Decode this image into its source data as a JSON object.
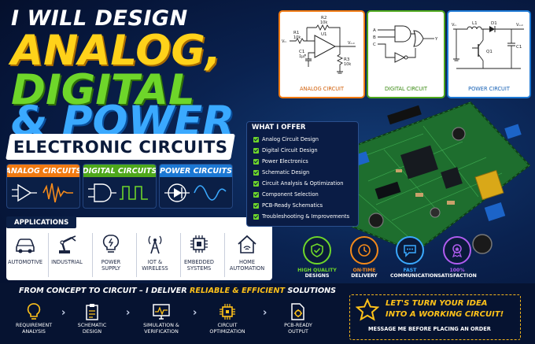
{
  "headline": {
    "line1": "I WILL DESIGN",
    "analog": "ANALOG,",
    "digital": "DIGITAL",
    "power": "& POWER",
    "banner": "ELECTRONIC CIRCUITS"
  },
  "categories": [
    {
      "label": "ANALOG CIRCUITS",
      "color": "#f07a12"
    },
    {
      "label": "DIGITAL CIRCUITS",
      "color": "#4ea81c"
    },
    {
      "label": "POWER CIRCUITS",
      "color": "#1c78d4"
    }
  ],
  "applications": {
    "title": "APPLICATIONS",
    "items": [
      {
        "label": "AUTOMOTIVE",
        "icon": "car-icon"
      },
      {
        "label": "INDUSTRIAL",
        "icon": "robot-arm-icon"
      },
      {
        "label": "POWER\nSUPPLY",
        "icon": "bulb-icon"
      },
      {
        "label": "IOT &\nWIRELESS",
        "icon": "antenna-icon"
      },
      {
        "label": "EMBEDDED\nSYSTEMS",
        "icon": "chip-icon"
      },
      {
        "label": "HOME\nAUTOMATION",
        "icon": "home-icon"
      }
    ]
  },
  "schematics": [
    {
      "caption": "ANALOG CIRCUIT",
      "border": "#f07a12",
      "caption_color": "#d2600a",
      "labels": {
        "r2": "R2",
        "r2v": "10k",
        "r1": "R1",
        "r1v": "10k",
        "u1": "U1",
        "c1": "C1",
        "c1v": "1µF",
        "r3": "R3",
        "r3v": "10k",
        "vin": "Vᵢₙ",
        "vout": "Vₒᵤₜ"
      }
    },
    {
      "caption": "DIGITAL CIRCUIT",
      "border": "#4ea81c",
      "caption_color": "#3a8a12",
      "labels": {
        "a": "A",
        "b": "B",
        "c": "C",
        "y": "Y"
      }
    },
    {
      "caption": "POWER CIRCUIT",
      "border": "#1c78d4",
      "caption_color": "#1560b4",
      "labels": {
        "vin": "Vᵢₙ",
        "l1": "L1",
        "d1": "D1",
        "vout": "Vₒᵤₜ",
        "q1": "Q1",
        "c1": "C1"
      }
    }
  ],
  "offer": {
    "title": "WHAT I OFFER",
    "items": [
      "Analog Circuit Design",
      "Digital Circuit Design",
      "Power Electronics",
      "Schematic Design",
      "Circuit Analysis & Optimization",
      "Component Selection",
      "PCB-Ready Schematics",
      "Troubleshooting & Improvements"
    ]
  },
  "badges": [
    {
      "line1": "HIGH QUALITY",
      "line2": "DESIGNS",
      "color": "#6ed62a",
      "icon": "shield-check-icon"
    },
    {
      "line1": "ON-TIME",
      "line2": "DELIVERY",
      "color": "#f58a1a",
      "icon": "clock-icon"
    },
    {
      "line1": "FAST",
      "line2": "COMMUNICATION",
      "color": "#3aa9ff",
      "icon": "chat-icon"
    },
    {
      "line1": "100%",
      "line2": "SATISFACTION",
      "color": "#b05cf0",
      "icon": "award-icon"
    }
  ],
  "process": {
    "lead": "FROM CONCEPT TO CIRCUIT – I DELIVER ",
    "highlight": "RELIABLE & EFFICIENT",
    "tail": " SOLUTIONS",
    "steps": [
      {
        "label": "REQUIREMENT\nANALYSIS",
        "icon": "lightbulb-icon"
      },
      {
        "label": "SCHEMATIC\nDESIGN",
        "icon": "clipboard-icon"
      },
      {
        "label": "SIMULATION &\nVERIFICATION",
        "icon": "monitor-icon"
      },
      {
        "label": "CIRCUIT\nOPTIMIZATION",
        "icon": "chip-icon"
      },
      {
        "label": "PCB-READY\nOUTPUT",
        "icon": "document-gear-icon"
      }
    ]
  },
  "cta": {
    "line1": "LET'S TURN YOUR IDEA",
    "line2": "INTO A WORKING CIRCUIT!",
    "line3": "MESSAGE ME BEFORE PLACING AN ORDER",
    "icon": "star-icon"
  }
}
